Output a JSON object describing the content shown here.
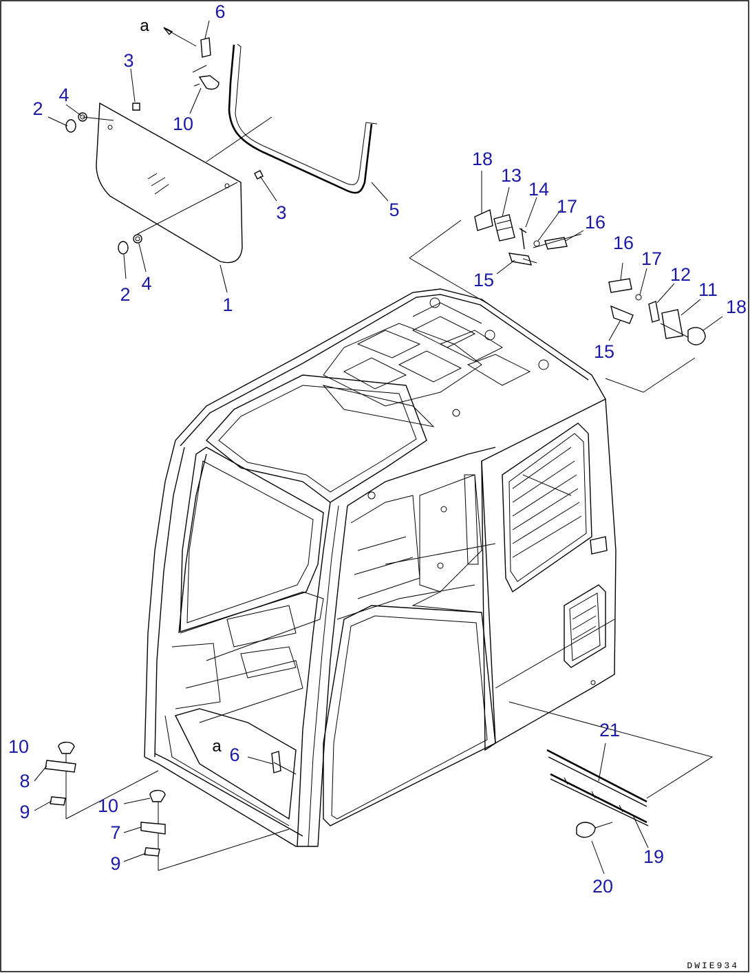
{
  "drawing": {
    "drawing_code": "DWIE934",
    "marker": "a",
    "callouts": [
      {
        "label": "6"
      },
      {
        "label": "3"
      },
      {
        "label": "4"
      },
      {
        "label": "2"
      },
      {
        "label": "10"
      },
      {
        "label": "3"
      },
      {
        "label": "5"
      },
      {
        "label": "2"
      },
      {
        "label": "4"
      },
      {
        "label": "1"
      },
      {
        "label": "18"
      },
      {
        "label": "13"
      },
      {
        "label": "14"
      },
      {
        "label": "17"
      },
      {
        "label": "16"
      },
      {
        "label": "15"
      },
      {
        "label": "16"
      },
      {
        "label": "17"
      },
      {
        "label": "12"
      },
      {
        "label": "11"
      },
      {
        "label": "18"
      },
      {
        "label": "15"
      },
      {
        "label": "10"
      },
      {
        "label": "8"
      },
      {
        "label": "9"
      },
      {
        "label": "6"
      },
      {
        "label": "10"
      },
      {
        "label": "7"
      },
      {
        "label": "9"
      },
      {
        "label": "21"
      },
      {
        "label": "19"
      },
      {
        "label": "20"
      }
    ]
  }
}
